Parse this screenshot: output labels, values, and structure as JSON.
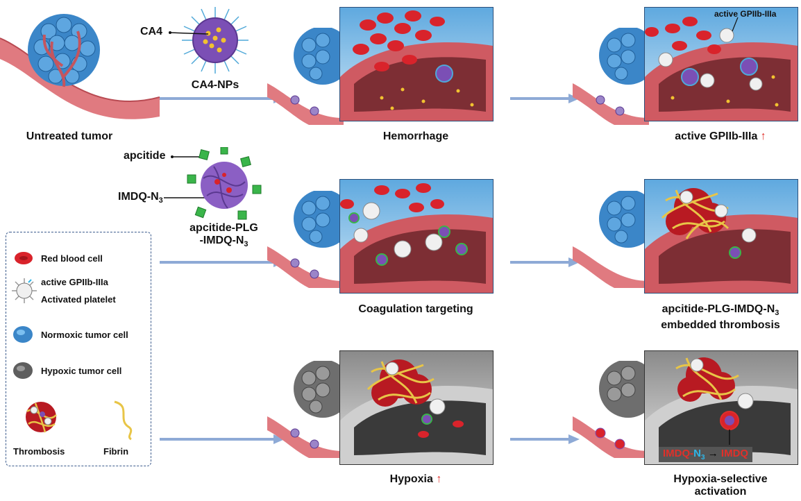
{
  "labels": {
    "ca4": "CA4",
    "ca4_nps": "CA4-NPs",
    "apcitide": "apcitide",
    "imdq_n3_base": "IMDQ-N",
    "imdq_n3_sub": "3",
    "apcitide_plg_line1": "apcitide-PLG",
    "apcitide_plg_line2_base": "-IMDQ-N",
    "apcitide_plg_line2_sub": "3",
    "untreated_tumor": "Untreated tumor",
    "hemorrhage": "Hemorrhage",
    "active_gp_caption": "active GPIIb-IIIa",
    "active_gp_panel": "active GPIIb-IIIa",
    "coagulation_targeting": "Coagulation targeting",
    "embedded_line1_base": "apcitide-PLG-IMDQ-N",
    "embedded_line1_sub": "3",
    "embedded_line2": "embedded thrombosis",
    "hypoxia": "Hypoxia",
    "hypoxia_selective_line1": "Hypoxia-selective",
    "hypoxia_selective_line2": "activation",
    "up_arrow": "↑",
    "conv_left_base": "IMDQ-",
    "conv_left_n": "N",
    "conv_left_sub": "3",
    "conv_arrow": "→",
    "conv_right": "IMDQ"
  },
  "legend": {
    "red_blood_cell": "Red blood cell",
    "active_gpiib": "active GPIIb-IIIa",
    "activated_platelet": "Activated platelet",
    "normoxic": "Normoxic tumor cell",
    "hypoxic": "Hypoxic tumor cell",
    "thrombosis": "Thrombosis",
    "fibrin": "Fibrin"
  },
  "colors": {
    "arrow": "#8eaad6",
    "vessel": "#e07a80",
    "vessel_dark": "#b84a52",
    "tumor_blue": "#3b86c8",
    "rbc": "#d9232b",
    "fibrin": "#e8c547",
    "nanoparticle": "#7b4fb5",
    "highlight_red": "#e0302a",
    "n3_blue": "#2fb6e8"
  }
}
